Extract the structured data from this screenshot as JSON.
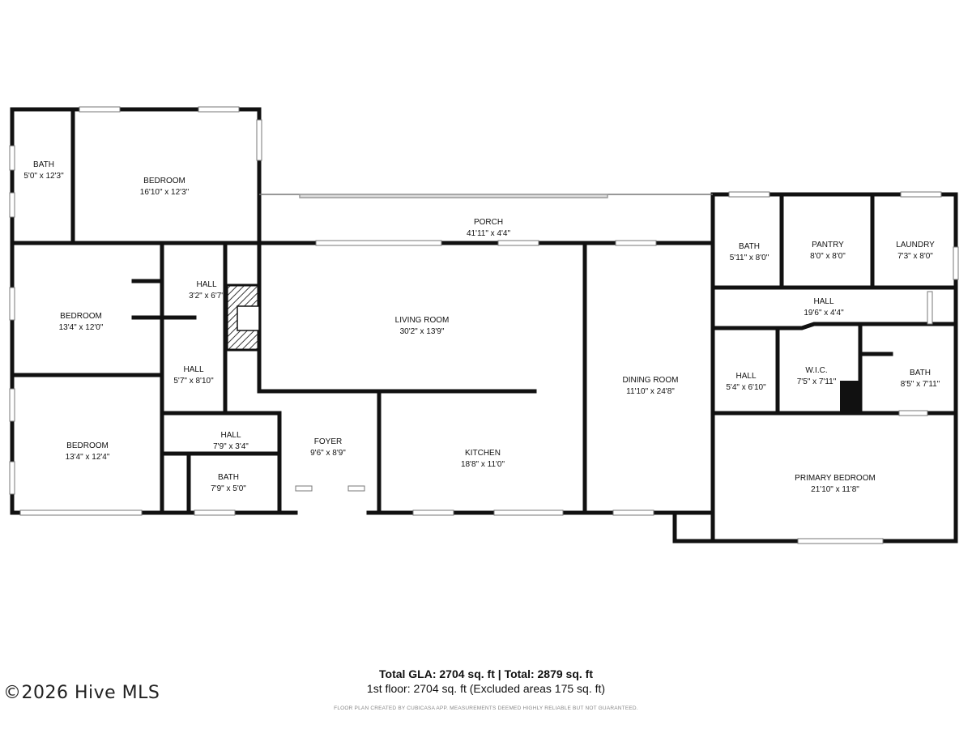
{
  "rooms": [
    {
      "name": "BATH",
      "dims": "5'0\" x 12'3\""
    },
    {
      "name": "BEDROOM",
      "dims": "16'10\" x 12'3\""
    },
    {
      "name": "PORCH",
      "dims": "41'11\" x 4'4\""
    },
    {
      "name": "BEDROOM",
      "dims": "13'4\" x 12'0\""
    },
    {
      "name": "HALL",
      "dims": "3'2\" x 6'7\""
    },
    {
      "name": "LIVING ROOM",
      "dims": "30'2\" x 13'9\""
    },
    {
      "name": "HALL",
      "dims": "5'7\" x 8'10\""
    },
    {
      "name": "BEDROOM",
      "dims": "13'4\" x 12'4\""
    },
    {
      "name": "HALL",
      "dims": "7'9\" x 3'4\""
    },
    {
      "name": "BATH",
      "dims": "7'9\" x 5'0\""
    },
    {
      "name": "FOYER",
      "dims": "9'6\" x 8'9\""
    },
    {
      "name": "KITCHEN",
      "dims": "18'8\" x 11'0\""
    },
    {
      "name": "DINING ROOM",
      "dims": "11'10\" x 24'8\""
    },
    {
      "name": "BATH",
      "dims": "5'11\" x 8'0\""
    },
    {
      "name": "PANTRY",
      "dims": "8'0\" x 8'0\""
    },
    {
      "name": "LAUNDRY",
      "dims": "7'3\" x 8'0\""
    },
    {
      "name": "HALL",
      "dims": "19'6\" x 4'4\""
    },
    {
      "name": "HALL",
      "dims": "5'4\" x 6'10\""
    },
    {
      "name": "W.I.C.",
      "dims": "7'5\" x 7'11\""
    },
    {
      "name": "BATH",
      "dims": "8'5\" x 7'11\""
    },
    {
      "name": "PRIMARY BEDROOM",
      "dims": "21'10\" x 11'8\""
    }
  ],
  "summary": {
    "total": "Total GLA: 2704 sq. ft | Total: 2879 sq. ft",
    "floor": "1st floor: 2704 sq. ft (Excluded areas 175 sq. ft)",
    "disclaimer": "FLOOR PLAN CREATED BY CUBICASA APP. MEASUREMENTS DEEMED HIGHLY RELIABLE BUT NOT GUARANTEED."
  },
  "watermark": "©2026 Hive MLS",
  "colors": {
    "wall": "#111111",
    "window": "#ffffff",
    "fireplace": "#333333"
  }
}
